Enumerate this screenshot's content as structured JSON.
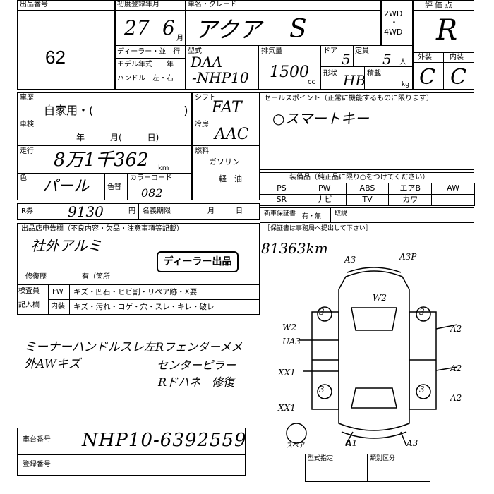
{
  "header": {
    "lot_no_label": "出品番号",
    "lot_no": "62",
    "first_reg_label": "初度登録年月",
    "first_reg_year": "27",
    "first_reg_month": "6",
    "month_unit": "月",
    "car_name_label": "車名・グレード",
    "car_name": "アクア",
    "grade": "S",
    "drive_2wd": "2WD",
    "drive_dot": "・",
    "drive_4wd": "4WD",
    "eval_label": "評価点",
    "eval_score": "R",
    "ext_label": "外装",
    "int_label": "内装",
    "ext_grade": "C",
    "int_grade": "C",
    "dealer_label": "ディーラー・並　行",
    "model_year_label": "モデル年式　　年",
    "handle_label": "ハンドル　左・右",
    "model_type_label": "型式",
    "model_type_1": "DAA",
    "model_type_2": "-NHP10",
    "displacement_label": "排気量",
    "displacement": "1500",
    "cc_unit": "cc",
    "doors_label": "ドア",
    "doors": "5",
    "capacity_label": "定員",
    "capacity": "5",
    "person_unit": "人",
    "shape_label": "形状",
    "shape": "HB",
    "loading_label": "積載",
    "kg_unit": "kg"
  },
  "history": {
    "history_label": "車歴",
    "history_value": "自家用・(　　　　　　　　)",
    "shaken_label": "車検",
    "shaken_value": "年　　　月(　　　日)",
    "mileage_label": "走行",
    "mileage": "8万1千362",
    "km_unit": "km",
    "color_label": "色",
    "color": "パール",
    "color_change_label": "色替",
    "color_code_label": "カラーコード",
    "color_code": "082",
    "shift_label": "シフト",
    "shift": "FAT",
    "ac_label": "冷房",
    "ac": "AAC",
    "fuel_label": "燃料",
    "fuel_gas": "ガソリン",
    "fuel_diesel": "軽　油",
    "sales_point_label": "セールスポイント（正常に機能するものに限ります）",
    "sales_point": "○スマートキー",
    "equip_label": "装備品（純正品に限り○をつけてください）",
    "equip": [
      "PS",
      "PW",
      "ABS",
      "エアB",
      "AW",
      "SR",
      "ナビ",
      "TV",
      "カワ",
      ""
    ],
    "r_ken_label": "R券",
    "r_ken": "9130",
    "yen_unit": "円",
    "expiry_label": "名義期限",
    "expiry_value": "月　　　日",
    "warranty_label": "新車保証書",
    "warranty_value": "有・無",
    "manual_label": "取説",
    "notice_label": "［保証書は事務局へ提出して下さい］"
  },
  "report": {
    "report_label": "出品店申告欄（不良内容・欠品・注意事項等記載）",
    "report_text": "社外アルミ",
    "dealer_stamp": "ディーラー出品",
    "repair_label": "修復歴",
    "repair_value": "有（箇所",
    "inspector_label": "検査員",
    "recorder_label": "記入欄",
    "fw_label": "FW",
    "fw_items": "キズ・凹石・ヒビ割・リペア跡・X要",
    "interior_label": "内装",
    "interior_items": "キズ・汚れ・コゲ・穴・スレ・キレ・破レ",
    "mileage_note": "81363km",
    "notes_left_1": "ミーナーハンドルスレ",
    "notes_left_2": "外AWキズ",
    "notes_right_1": "左Rフェンダーメメ",
    "notes_right_2": "センターピラー",
    "notes_right_3": "Rドハネ　修復",
    "diagram_marks": [
      "A3",
      "A3P",
      "W2",
      "3",
      "3",
      "3",
      "3",
      "W2",
      "UA3",
      "XX1",
      "XX1",
      "A2",
      "A2",
      "A2",
      "A1",
      "A3"
    ],
    "spare_label": "スペア"
  },
  "footer": {
    "chassis_label": "車台番号",
    "chassis": "NHP10-6392559",
    "reg_label": "登録番号",
    "type_spec_label": "型式指定",
    "class_label": "類別区分"
  }
}
